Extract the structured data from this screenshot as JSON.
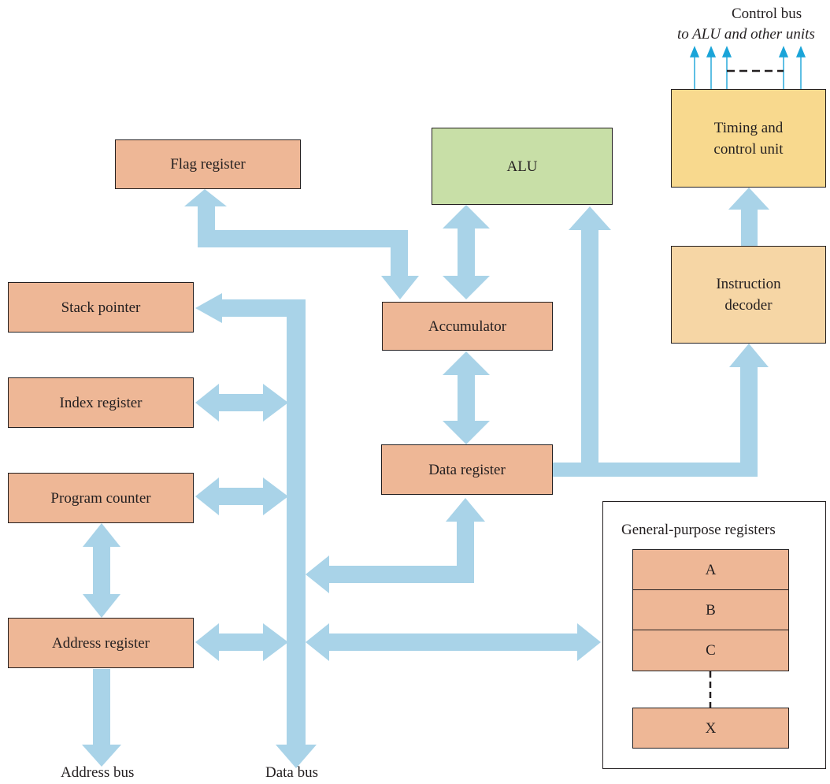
{
  "blocks": {
    "flag_register": "Flag register",
    "alu": "ALU",
    "timing_control": "Timing and\ncontrol unit",
    "instruction_decoder": "Instruction\ndecoder",
    "stack_pointer": "Stack pointer",
    "accumulator": "Accumulator",
    "index_register": "Index register",
    "data_register": "Data register",
    "program_counter": "Program counter",
    "address_register": "Address register"
  },
  "general_purpose": {
    "title": "General-purpose registers",
    "registers": [
      "A",
      "B",
      "C",
      "X"
    ]
  },
  "labels": {
    "control_bus": "Control bus",
    "control_bus_sub": "to ALU and other units",
    "address_bus": "Address bus",
    "data_bus": "Data bus"
  },
  "colors": {
    "bus": "#a9d3e8",
    "register": "#eeb796",
    "alu": "#c8dfa7",
    "timing_control": "#f8d98e",
    "decoder": "#f6d6a5",
    "control_arrow": "#1aa4d8"
  }
}
